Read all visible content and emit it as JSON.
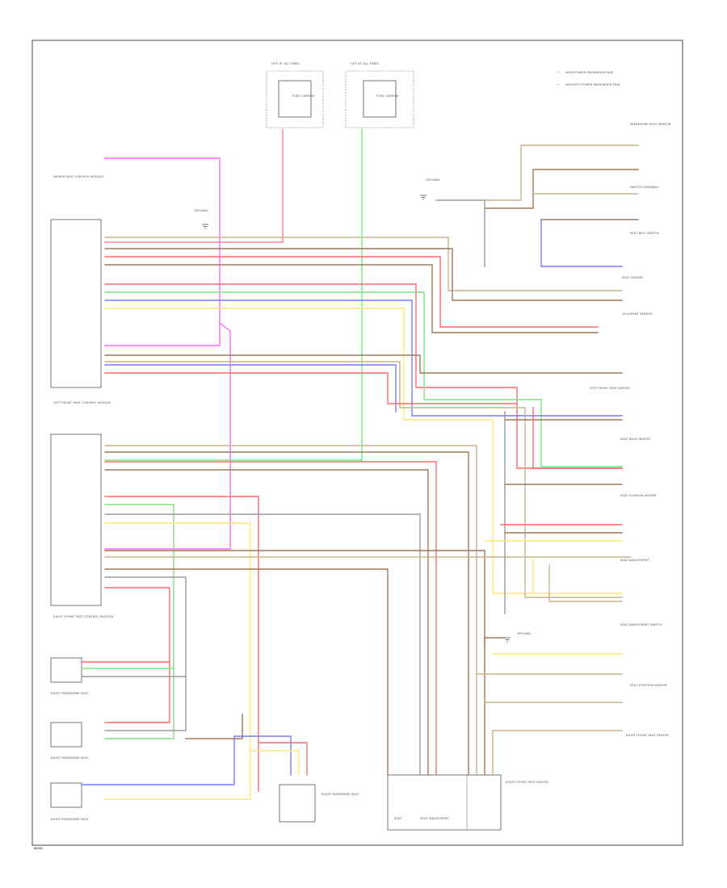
{
  "colors": {
    "frame": "#666666",
    "brown": "#a0785a",
    "tan": "#c8b48c",
    "red": "#ff6a6a",
    "pink_red": "#ff7e9a",
    "green": "#7fe27f",
    "yellow": "#ffe770",
    "blue": "#7a7aff",
    "magenta": "#ff66ff",
    "gray": "#9a9a9a",
    "orange": "#ffb060"
  },
  "labels": {
    "fuse_left": "HOT AT ALL TIMES",
    "fuse_right": "HOT AT ALL TIMES",
    "fuse_left_desc": "FUSE CARRIER",
    "fuse_right_desc": "FUSE CARRIER",
    "legend_1": "WITH POWER PASSENGER SEAT",
    "legend_2": "WITHOUT POWER PASSENGER SEAT",
    "left_module_top": "DRIVER SEAT CONTROL MODULE",
    "left_module_mid": "LEFT FRONT SEAT CONTROL MODULE",
    "left_module_bot": "RIGHT FRONT SEAT CONTROL MODULE",
    "ground_1": "GROUND",
    "ground_2": "GROUND",
    "ground_3": "GROUND",
    "r_sensor_1": "PASSENGER SEAT SENSOR",
    "r_sensor_2": "SWITCH ASSEMBLY",
    "r_sensor_3": "SEAT BELT SWITCH",
    "r_sensor_4": "SEAT HEATER",
    "r_sensor_5": "OCCUPANT SENSOR",
    "r_left_seat_heater": "LEFT FRONT SEAT HEATER",
    "r_seat_1": "SEAT BACK HEATER",
    "r_seat_2": "SEAT CUSHION HEATER",
    "r_seat_3": "SEAT ADJUSTMENT",
    "r_seat_4": "SEAT ADJUSTMENT SWITCH",
    "r_bottom_1": "SEAT POSITION SENSOR",
    "r_bottom_2": "RIGHT FRONT SEAT HEATER",
    "l_pass_1": "RIGHT PASSENGER SEAT",
    "l_pass_2": "RIGHT PASSENGER SEAT",
    "l_pass_3": "RIGHT PASSENGER SEAT",
    "bottom_conn_1": "SEAT",
    "bottom_conn_2": "SEAT ADJUSTMENT",
    "bottom_right_box": "RIGHT FRONT SEAT HEATER",
    "bottom_center": "RIGHT PASSENGER SEAT",
    "corner_tag": "W0000"
  }
}
